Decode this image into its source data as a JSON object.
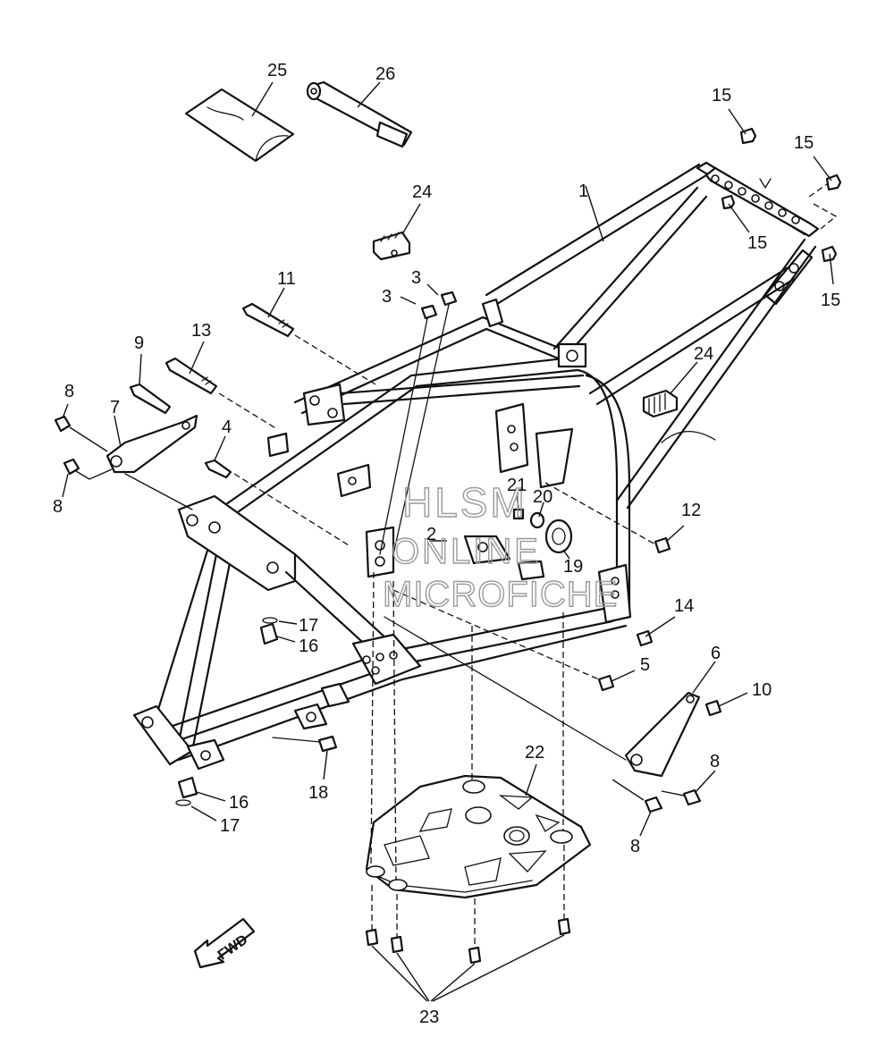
{
  "watermark": {
    "line1": "HLSM",
    "line2": "ONLINE",
    "line3": "MICROFICHE"
  },
  "direction_arrow": {
    "label": "FWD",
    "icon": "forward-arrow-icon"
  },
  "callouts": {
    "c1": "1",
    "c2": "2",
    "c3a": "3",
    "c3b": "3",
    "c4": "4",
    "c5": "5",
    "c6": "6",
    "c7": "7",
    "c8a": "8",
    "c8b": "8",
    "c8c": "8",
    "c8d": "8",
    "c9": "9",
    "c10": "10",
    "c11": "11",
    "c12": "12",
    "c13": "13",
    "c14": "14",
    "c15a": "15",
    "c15b": "15",
    "c15c": "15",
    "c15d": "15",
    "c16a": "16",
    "c16b": "16",
    "c17a": "17",
    "c17b": "17",
    "c18": "18",
    "c19": "19",
    "c20": "20",
    "c21": "21",
    "c22": "22",
    "c23": "23",
    "c24a": "24",
    "c24b": "24",
    "c25": "25",
    "c26": "26"
  }
}
